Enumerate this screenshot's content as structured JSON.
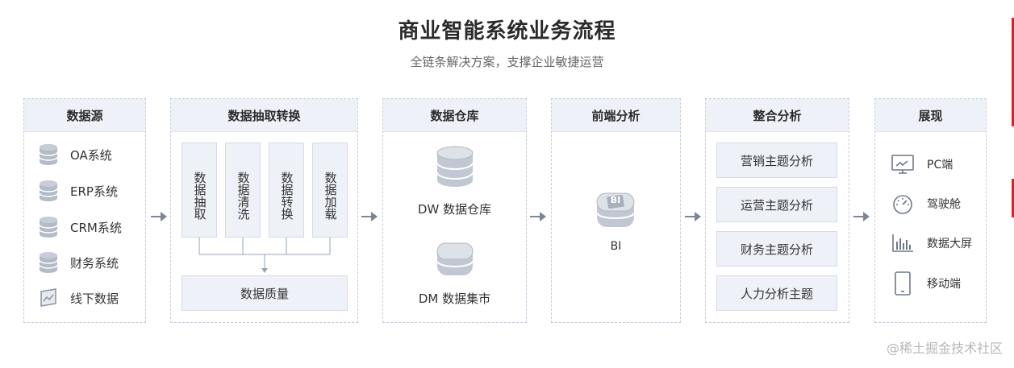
{
  "title": "商业智能系统业务流程",
  "subtitle": "全链条解决方案，支撑企业敏捷运营",
  "columns": {
    "sources": {
      "title": "数据源",
      "items": [
        {
          "label": "OA系统",
          "icon": "database-icon"
        },
        {
          "label": "ERP系统",
          "icon": "database-icon"
        },
        {
          "label": "CRM系统",
          "icon": "database-icon"
        },
        {
          "label": "财务系统",
          "icon": "database-icon"
        },
        {
          "label": "线下数据",
          "icon": "offline-chart-icon"
        }
      ]
    },
    "etl": {
      "title": "数据抽取转换",
      "steps": [
        "数据抽取",
        "数据清洗",
        "数据转换",
        "数据加载"
      ],
      "quality": "数据质量"
    },
    "warehouse": {
      "title": "数据仓库",
      "items": [
        {
          "label": "DW  数据仓库",
          "icon": "database-stack-icon"
        },
        {
          "label": "DM  数据集市",
          "icon": "data-cube-icon"
        }
      ]
    },
    "frontend": {
      "title": "前端分析",
      "items": [
        {
          "label": "BI",
          "icon": "bi-cube-icon"
        }
      ]
    },
    "analysis": {
      "title": "整合分析",
      "items": [
        "营销主题分析",
        "运营主题分析",
        "财务主题分析",
        "人力分析主题"
      ]
    },
    "display": {
      "title": "展现",
      "items": [
        {
          "label": "PC端",
          "icon": "monitor-icon"
        },
        {
          "label": "驾驶舱",
          "icon": "gauge-icon"
        },
        {
          "label": "数据大屏",
          "icon": "bar-chart-icon"
        },
        {
          "label": "移动端",
          "icon": "mobile-icon"
        }
      ]
    }
  },
  "watermark": "@稀土掘金技术社区",
  "colors": {
    "header_bg": "#eef1f8",
    "border": "#c6ccd6",
    "arrow": "#7d8697",
    "accent_edge": "#d8232a"
  }
}
